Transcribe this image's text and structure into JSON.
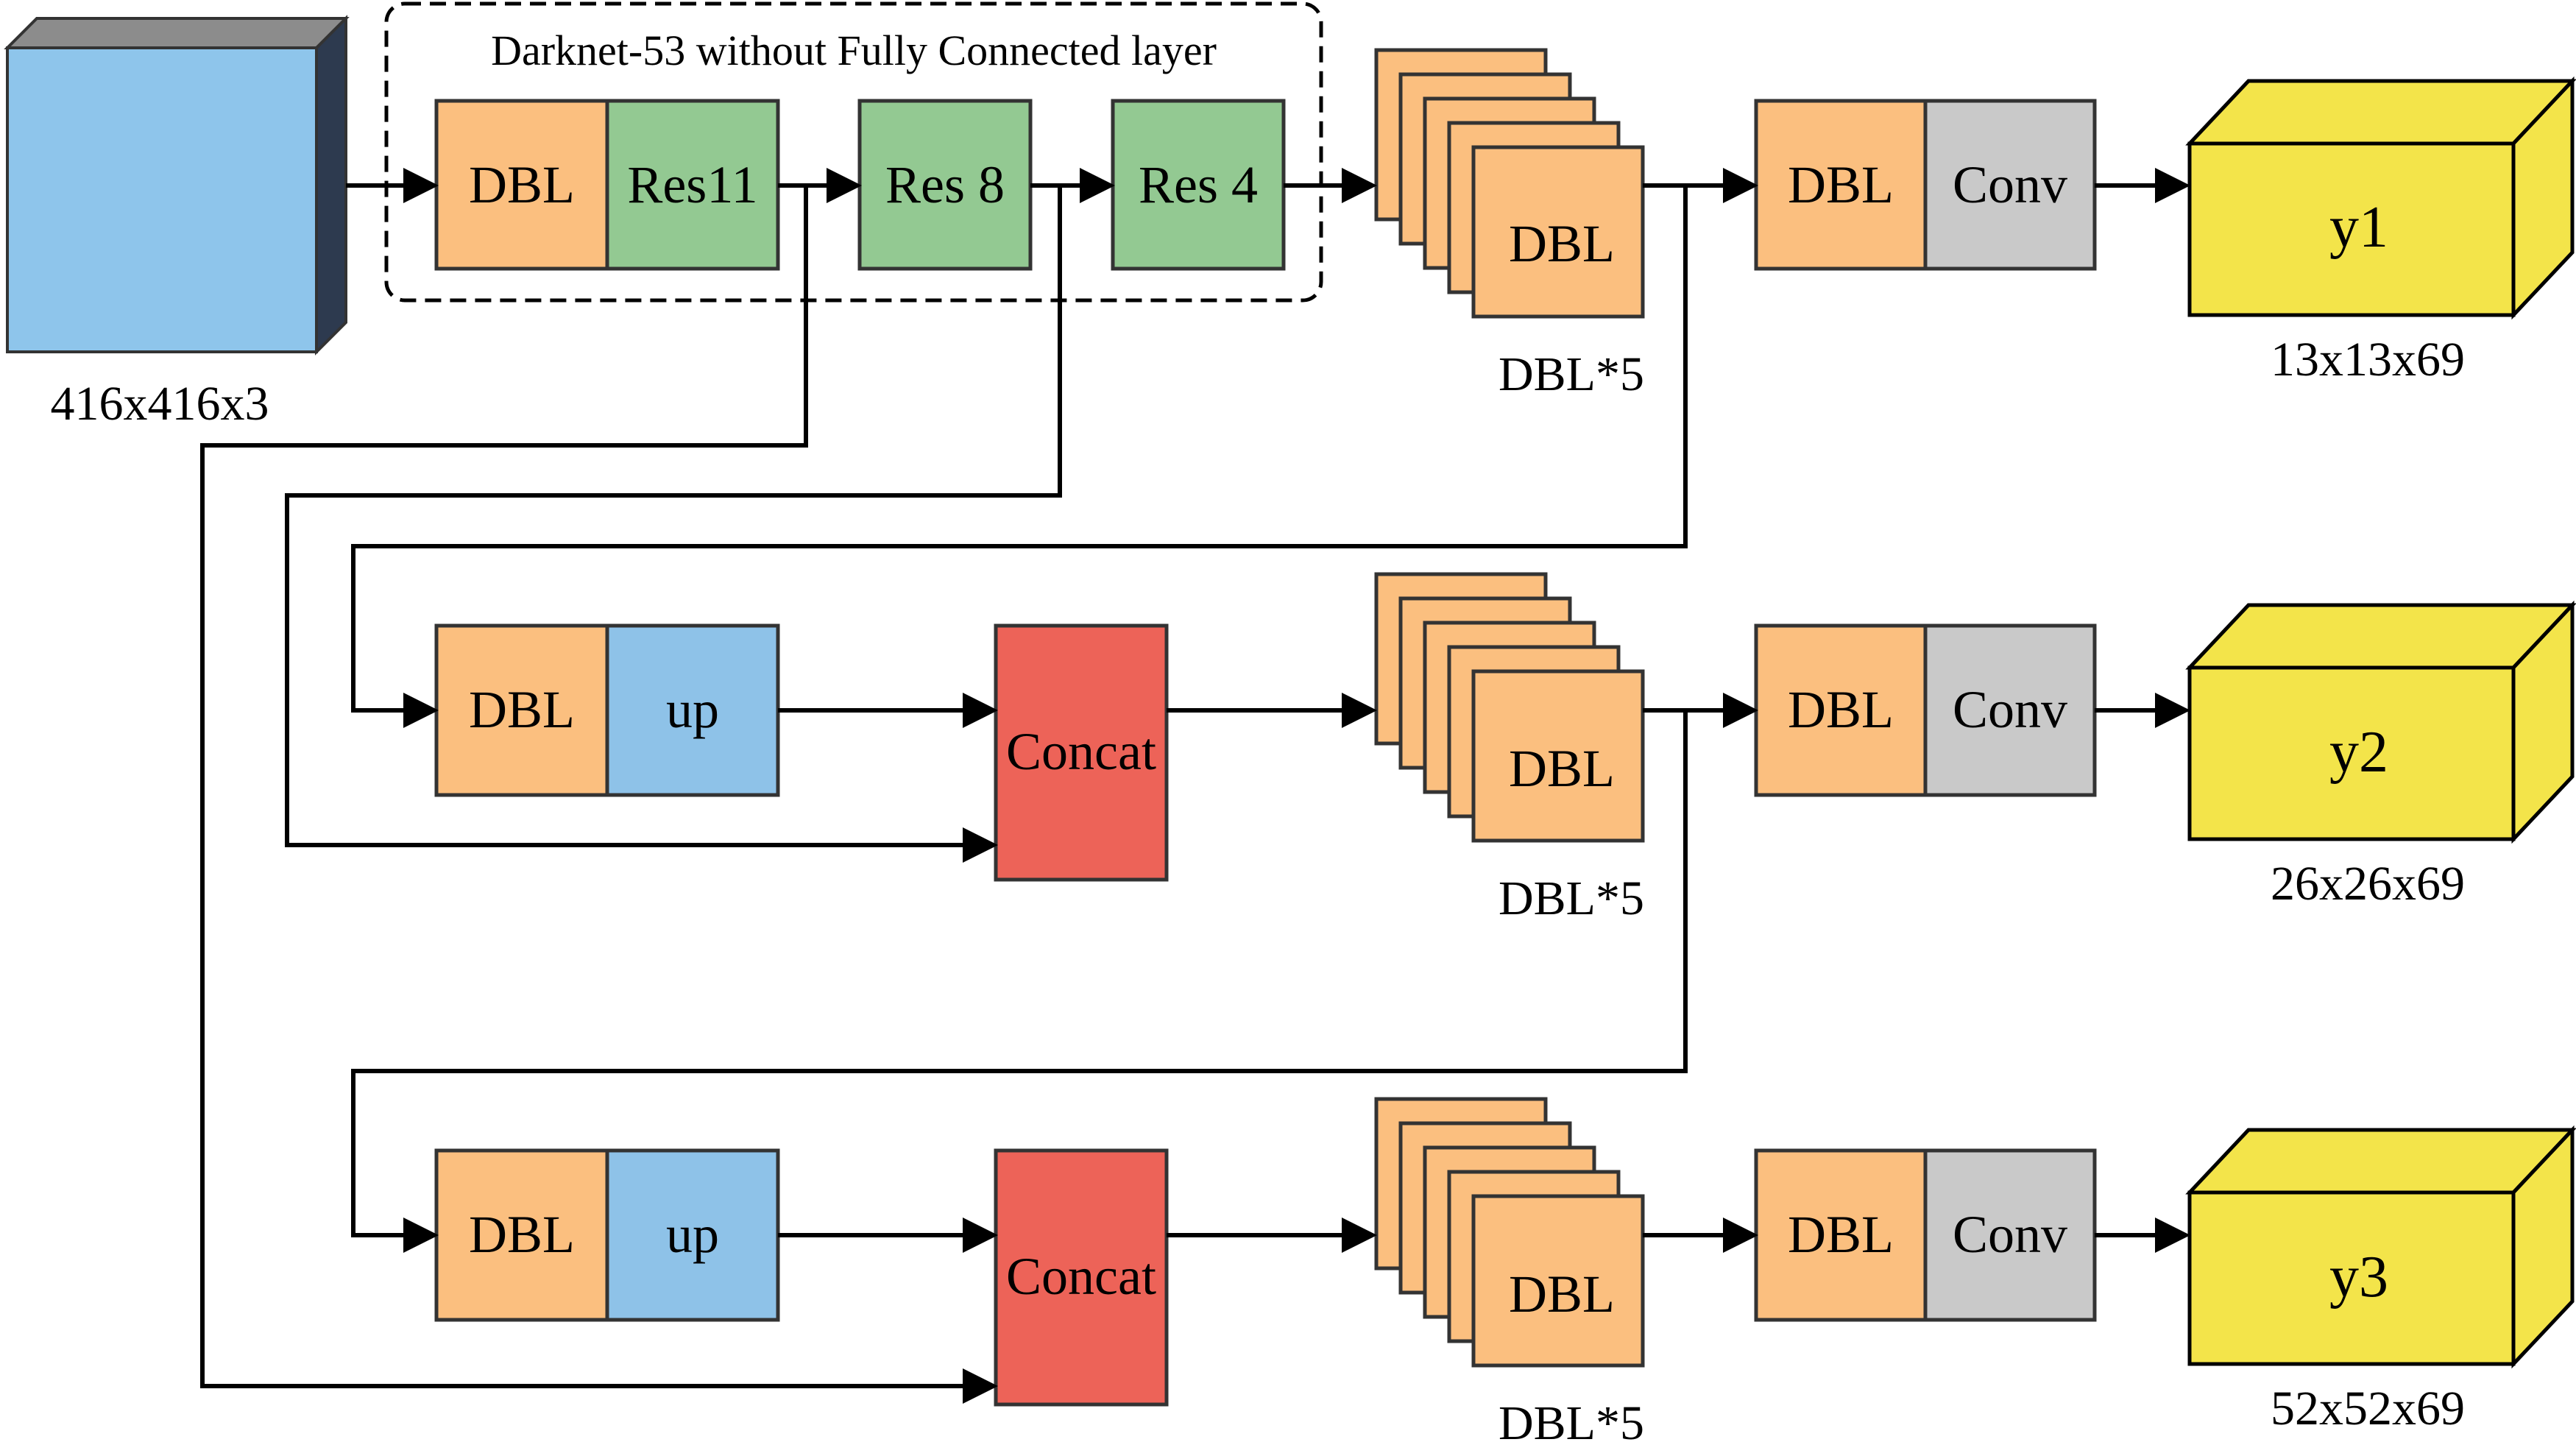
{
  "colors": {
    "dbl": "#fbbf7f",
    "res": "#93c992",
    "up": "#8ec2e8",
    "conv": "#c9c9c9",
    "concat": "#ed6358",
    "output": "#f3e44a",
    "input_front": "#8ec5eb",
    "input_top": "#8c8c8c",
    "input_side": "#2d3a4f"
  },
  "input": {
    "caption": "416x416x3"
  },
  "backbone": {
    "title": "Darknet-53 without Fully Connected layer",
    "blocks": [
      "DBL",
      "Res11",
      "Res 8",
      "Res 4"
    ]
  },
  "branches": [
    {
      "stack_label": "DBL",
      "stack_caption": "DBL*5",
      "head": [
        "DBL",
        "Conv"
      ],
      "output_label": "y1",
      "output_caption": "13x13x69"
    },
    {
      "pre": [
        "DBL",
        "up"
      ],
      "concat": "Concat",
      "stack_label": "DBL",
      "stack_caption": "DBL*5",
      "head": [
        "DBL",
        "Conv"
      ],
      "output_label": "y2",
      "output_caption": "26x26x69"
    },
    {
      "pre": [
        "DBL",
        "up"
      ],
      "concat": "Concat",
      "stack_label": "DBL",
      "stack_caption": "DBL*5",
      "head": [
        "DBL",
        "Conv"
      ],
      "output_label": "y3",
      "output_caption": "52x52x69"
    }
  ]
}
